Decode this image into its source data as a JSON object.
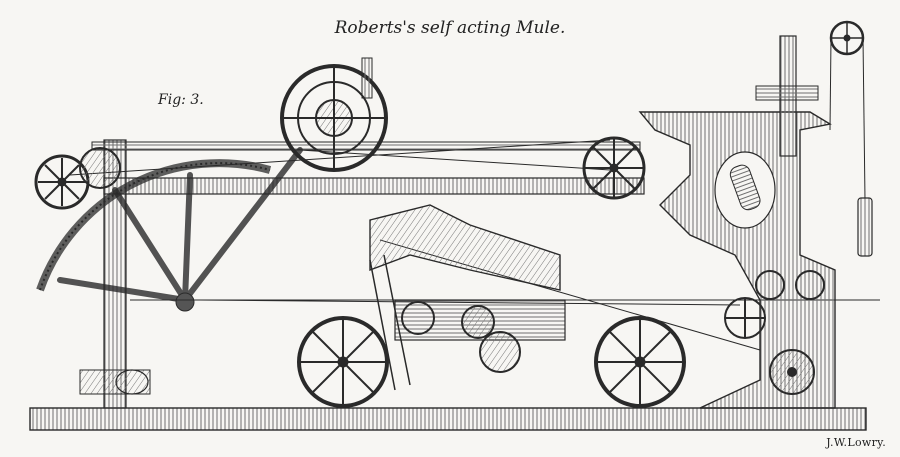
{
  "plate": {
    "title": "Roberts's self acting Mule.",
    "figure_label": "Fig: 3.",
    "engraver": "J.W.Lowry."
  },
  "palette": {
    "paper": "#f7f6f3",
    "ink": "#2a2a2a",
    "hatch": "#6f6f6f"
  }
}
